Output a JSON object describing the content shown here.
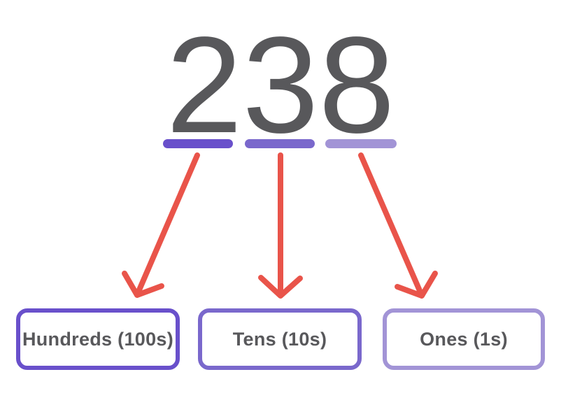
{
  "number": {
    "value": "238"
  },
  "digits": [
    {
      "digit": "2",
      "place": "hundreds",
      "underline_color": "#6950cb"
    },
    {
      "digit": "3",
      "place": "tens",
      "underline_color": "#7a68cc"
    },
    {
      "digit": "8",
      "place": "ones",
      "underline_color": "#a294d6"
    }
  ],
  "labels": [
    {
      "text": "Hundreds (100s)",
      "border_color": "#6950cb"
    },
    {
      "text": "Tens (10s)",
      "border_color": "#7a68cc"
    },
    {
      "text": "Ones (1s)",
      "border_color": "#a294d6"
    }
  ],
  "colors": {
    "digit_text": "#58585b",
    "label_text": "#58585b",
    "arrow": "#e9544a",
    "background": "#ffffff"
  }
}
